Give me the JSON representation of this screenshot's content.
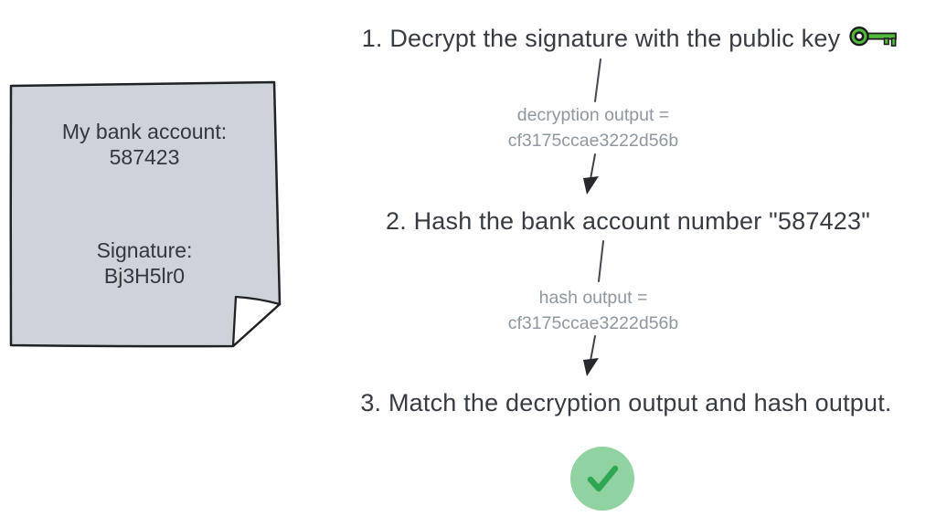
{
  "note": {
    "account_label": "My bank account:",
    "account_number": "587423",
    "signature_label": "Signature:",
    "signature_value": "Bj3H5lr0"
  },
  "steps": {
    "step1_title": "1. Decrypt the signature with the public key",
    "decryption_label": "decryption output =",
    "decryption_value": "cf3175ccae3222d56b",
    "step2_title": "2. Hash the bank account number \"587423\"",
    "hash_label": "hash output =",
    "hash_value": "cf3175ccae3222d56b",
    "step3_title": "3. Match the decryption output and hash output."
  },
  "icons": {
    "key_icon": "public-key",
    "check_icon": "match-success",
    "arrow_icon": "arrow-down"
  },
  "colors": {
    "background": "#ffffff",
    "note_fill": "#ced3da",
    "note_border": "#202124",
    "heading_text": "#383c42",
    "muted_text": "#8f979f",
    "key_green": "#52b73a",
    "check_circle_fill": "#90d2a0",
    "check_mark": "#2fa654",
    "arrow": "#3f4247"
  }
}
